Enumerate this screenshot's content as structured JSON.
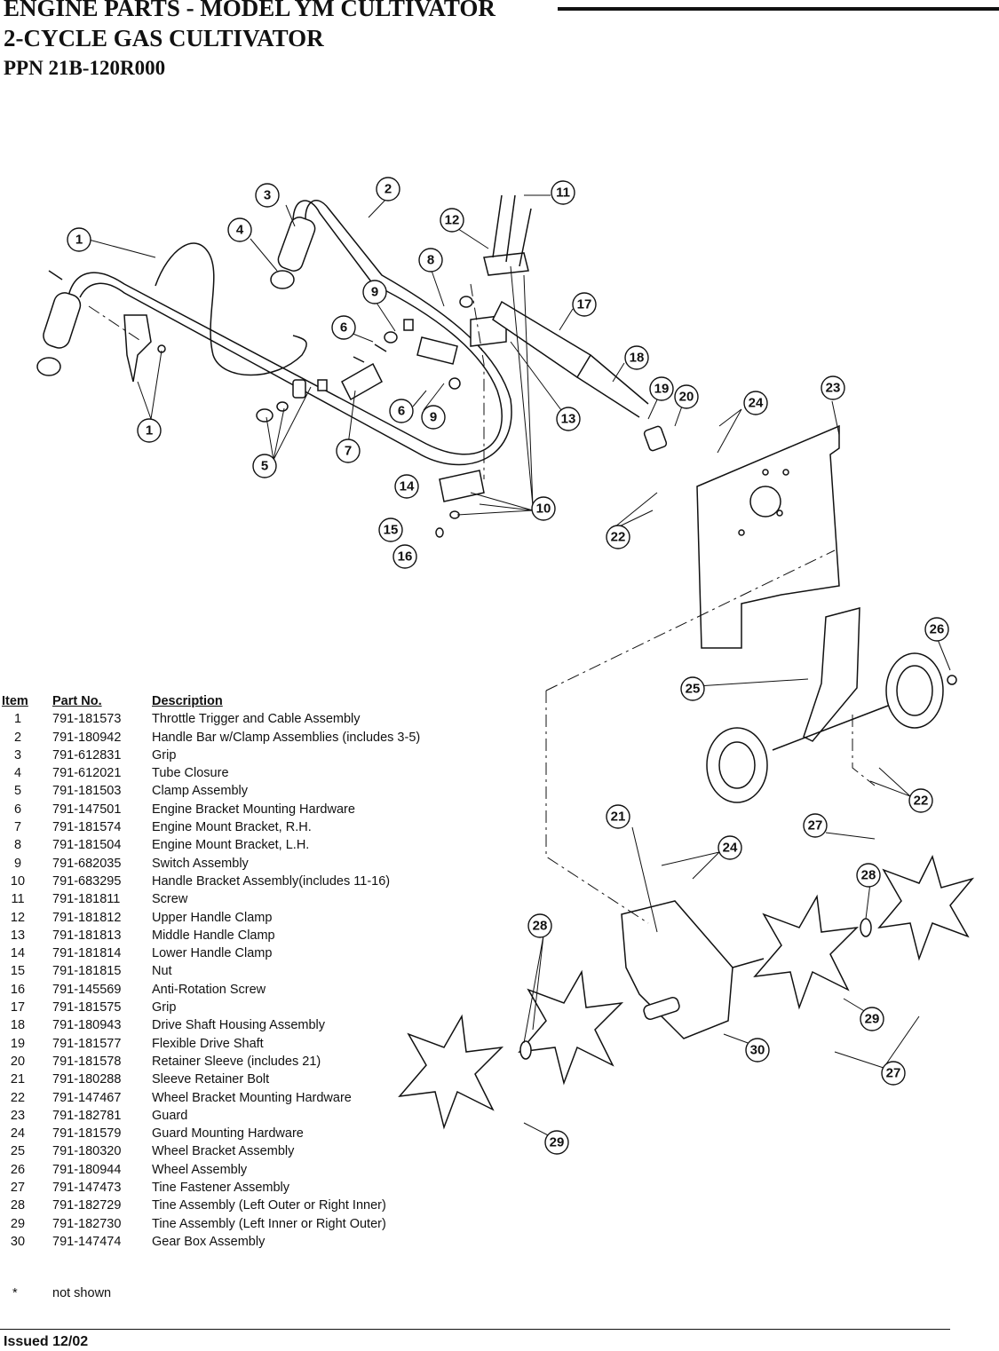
{
  "header": {
    "title_line1": "ENGINE PARTS - MODEL YM CULTIVATOR",
    "title_line2": "2-CYCLE GAS CULTIVATOR",
    "ppn": "PPN 21B-120R000"
  },
  "diagram": {
    "callouts": [
      "1",
      "2",
      "3",
      "4",
      "1",
      "5",
      "6",
      "7",
      "6",
      "8",
      "9",
      "9",
      "10",
      "11",
      "12",
      "13",
      "14",
      "15",
      "16",
      "17",
      "18",
      "19",
      "20",
      "21",
      "22",
      "22",
      "23",
      "24",
      "24",
      "25",
      "26",
      "27",
      "27",
      "28",
      "28",
      "29",
      "29",
      "30"
    ]
  },
  "parts_table": {
    "headers": {
      "item": "Item",
      "part_no": "Part No.",
      "description": "Description"
    },
    "rows": [
      {
        "item": "1",
        "part_no": "791-181573",
        "description": "Throttle Trigger and Cable Assembly"
      },
      {
        "item": "2",
        "part_no": "791-180942",
        "description": "Handle Bar w/Clamp Assemblies (includes 3-5)"
      },
      {
        "item": "3",
        "part_no": "791-612831",
        "description": "Grip"
      },
      {
        "item": "4",
        "part_no": "791-612021",
        "description": "Tube Closure"
      },
      {
        "item": "5",
        "part_no": "791-181503",
        "description": "Clamp Assembly"
      },
      {
        "item": "6",
        "part_no": "791-147501",
        "description": "Engine Bracket Mounting Hardware"
      },
      {
        "item": "7",
        "part_no": "791-181574",
        "description": "Engine Mount Bracket, R.H."
      },
      {
        "item": "8",
        "part_no": "791-181504",
        "description": "Engine Mount Bracket, L.H."
      },
      {
        "item": "9",
        "part_no": "791-682035",
        "description": "Switch Assembly"
      },
      {
        "item": "10",
        "part_no": "791-683295",
        "description": "Handle Bracket Assembly(includes 11-16)"
      },
      {
        "item": "11",
        "part_no": "791-181811",
        "description": "Screw"
      },
      {
        "item": "12",
        "part_no": "791-181812",
        "description": "Upper Handle Clamp"
      },
      {
        "item": "13",
        "part_no": "791-181813",
        "description": "Middle Handle Clamp"
      },
      {
        "item": "14",
        "part_no": "791-181814",
        "description": "Lower Handle Clamp"
      },
      {
        "item": "15",
        "part_no": "791-181815",
        "description": "Nut"
      },
      {
        "item": "16",
        "part_no": "791-145569",
        "description": "Anti-Rotation Screw"
      },
      {
        "item": "17",
        "part_no": "791-181575",
        "description": "Grip"
      },
      {
        "item": "18",
        "part_no": "791-180943",
        "description": "Drive Shaft Housing Assembly"
      },
      {
        "item": "19",
        "part_no": "791-181577",
        "description": "Flexible Drive Shaft"
      },
      {
        "item": "20",
        "part_no": "791-181578",
        "description": "Retainer Sleeve (includes 21)"
      },
      {
        "item": "21",
        "part_no": "791-180288",
        "description": "Sleeve Retainer Bolt"
      },
      {
        "item": "22",
        "part_no": "791-147467",
        "description": "Wheel Bracket Mounting Hardware"
      },
      {
        "item": "23",
        "part_no": "791-182781",
        "description": "Guard"
      },
      {
        "item": "24",
        "part_no": "791-181579",
        "description": "Guard Mounting Hardware"
      },
      {
        "item": "25",
        "part_no": "791-180320",
        "description": "Wheel Bracket Assembly"
      },
      {
        "item": "26",
        "part_no": "791-180944",
        "description": "Wheel Assembly"
      },
      {
        "item": "27",
        "part_no": "791-147473",
        "description": "Tine Fastener Assembly"
      },
      {
        "item": "28",
        "part_no": "791-182729",
        "description": "Tine Assembly (Left Outer or Right Inner)"
      },
      {
        "item": "29",
        "part_no": "791-182730",
        "description": "Tine Assembly (Left Inner or Right Outer)"
      },
      {
        "item": "30",
        "part_no": "791-147474",
        "description": "Gear Box Assembly"
      }
    ]
  },
  "note": {
    "symbol": "*",
    "text": "not shown"
  },
  "footer": {
    "issued": "Issued 12/02"
  }
}
